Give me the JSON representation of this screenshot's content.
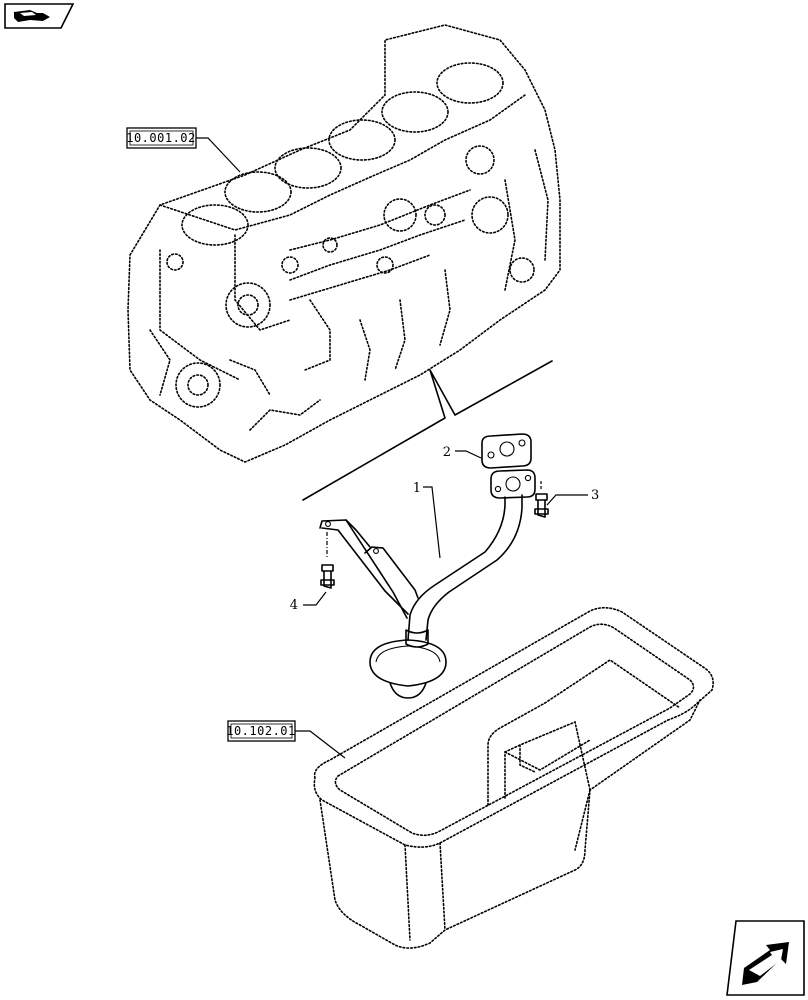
{
  "nav": {
    "prev_icon": "prev-page-arrow-icon",
    "next_icon": "next-page-arrow-icon"
  },
  "references": [
    {
      "id": "ref-engine-block",
      "code": "10.001.02"
    },
    {
      "id": "ref-oil-sump",
      "code": "10.102.01"
    }
  ],
  "callouts": [
    {
      "id": "callout-1",
      "label": "1"
    },
    {
      "id": "callout-2",
      "label": "2"
    },
    {
      "id": "callout-3",
      "label": "3"
    },
    {
      "id": "callout-4",
      "label": "4"
    }
  ],
  "colors": {
    "line": "#000000",
    "background": "#ffffff"
  }
}
